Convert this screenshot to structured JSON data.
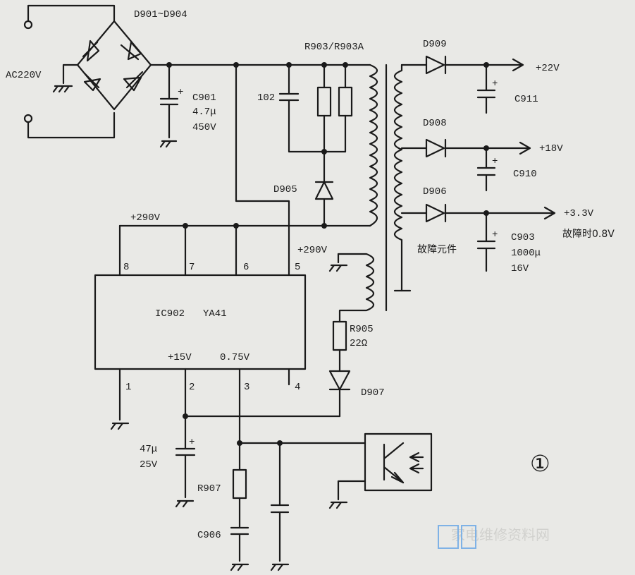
{
  "bridge_label": "D901~D904",
  "ac_label": "AC220V",
  "c901": [
    "C901",
    "4.7μ",
    "450V"
  ],
  "r903_label": "R903/R903A",
  "c102_label": "102",
  "d905_label": "D905",
  "d909_label": "D909",
  "d908_label": "D908",
  "d906_label": "D906",
  "out_22v": "+22V",
  "out_18v": "+18V",
  "out_33v": "+3.3V",
  "fault_voltage": "故障时0.8V",
  "fault_component": "故障元件",
  "c911_label": "C911",
  "c910_label": "C910",
  "c903": [
    "C903",
    "1000μ",
    "16V"
  ],
  "bus_290_a": "+290V",
  "bus_290_b": "+290V",
  "ic_name": "IC902",
  "ic_model": "YA41",
  "ic_pin_voltages": [
    "+15V",
    "0.75V"
  ],
  "ic_pins": [
    "8",
    "7",
    "6",
    "5",
    "1",
    "2",
    "3",
    "4"
  ],
  "r905": [
    "R905",
    "22Ω"
  ],
  "d907_label": "D907",
  "c47": [
    "47μ",
    "25V"
  ],
  "r907_label": "R907",
  "c906_label": "C906",
  "figure_marker": "①",
  "watermark": "家电维修资料网"
}
